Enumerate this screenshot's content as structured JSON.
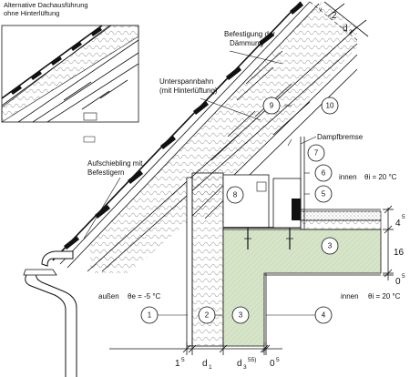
{
  "inset": {
    "title_line1": "Alternative Dachausführung",
    "title_line2": "ohne Hinterlüftung"
  },
  "labels": {
    "befestigung_line1": "Befestigung der",
    "befestigung_line2": "Dämmung",
    "unterspannbahn_line1": "Unterspannbahn",
    "unterspannbahn_line2": "(mit Hinterlüftung)",
    "dampfbremse": "Dampfbremse",
    "aufschiebling_line1": "Aufschiebling mit",
    "aufschiebling_line2": "Befestigern",
    "innen_upper": "innen",
    "theta_upper": "θi = 20 °C",
    "aussen": "außen",
    "theta_out": "θe = -5 °C",
    "innen_lower": "innen",
    "theta_lower": "θi = 20 °C"
  },
  "bubbles": [
    "1",
    "2",
    "3",
    "4",
    "5",
    "6",
    "7",
    "8",
    "9",
    "10",
    "3"
  ],
  "dimensions": {
    "bottom": [
      "1",
      "5",
      "d",
      "1",
      "d",
      "3",
      "55)",
      "0",
      "5"
    ],
    "right": [
      "4",
      "5",
      "16",
      "0",
      "5"
    ],
    "top": [
      "v",
      "2",
      "d",
      "2"
    ]
  },
  "colors": {
    "concrete": "#d6e5c8",
    "hatch": "#111111",
    "insulation": "#ffffff"
  }
}
